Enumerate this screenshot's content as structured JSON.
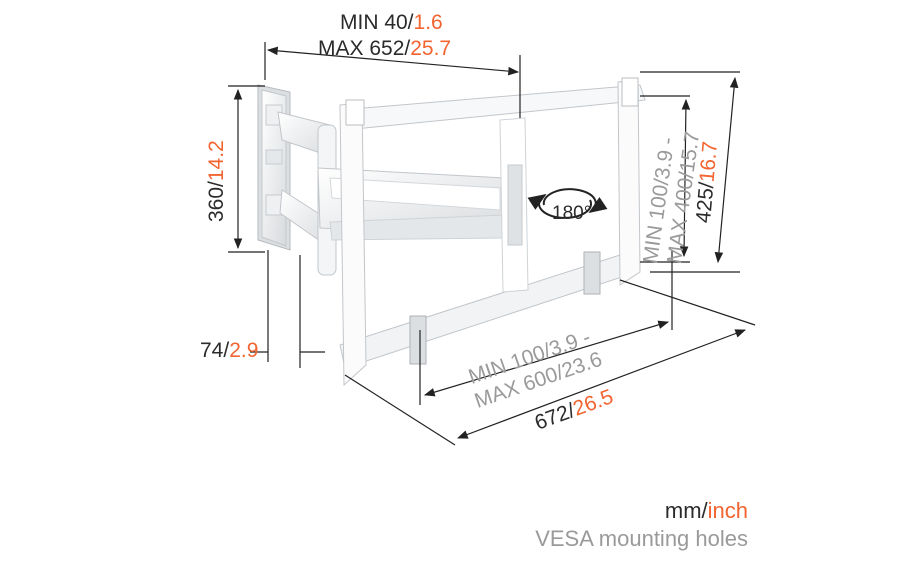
{
  "colors": {
    "dark_text": "#2b2b2b",
    "inch_accent": "#f26430",
    "vesa_grey": "#9a9a9a"
  },
  "dimensions": {
    "depth_min": {
      "prefix": "MIN 40/",
      "inch": "1.6"
    },
    "depth_max": {
      "prefix": "MAX 652/",
      "inch": "25.7"
    },
    "plate_height": {
      "prefix": "360/",
      "inch": "14.2"
    },
    "plate_width": {
      "prefix": "74/",
      "inch": "2.9"
    },
    "bracket_width": {
      "prefix": "672/",
      "inch": "26.5"
    },
    "bracket_height": {
      "prefix": "425/",
      "inch": "16.7"
    },
    "vesa_vertical": {
      "min": "MIN 100/3.9 -",
      "max": "MAX 400/15.7"
    },
    "vesa_horizontal": {
      "min": "MIN 100/3.9 -",
      "max": "MAX 600/23.6"
    },
    "rotation": "180°"
  },
  "legend": {
    "unit_mm": "mm/",
    "unit_inch": "inch",
    "vesa_note": "VESA mounting holes"
  }
}
